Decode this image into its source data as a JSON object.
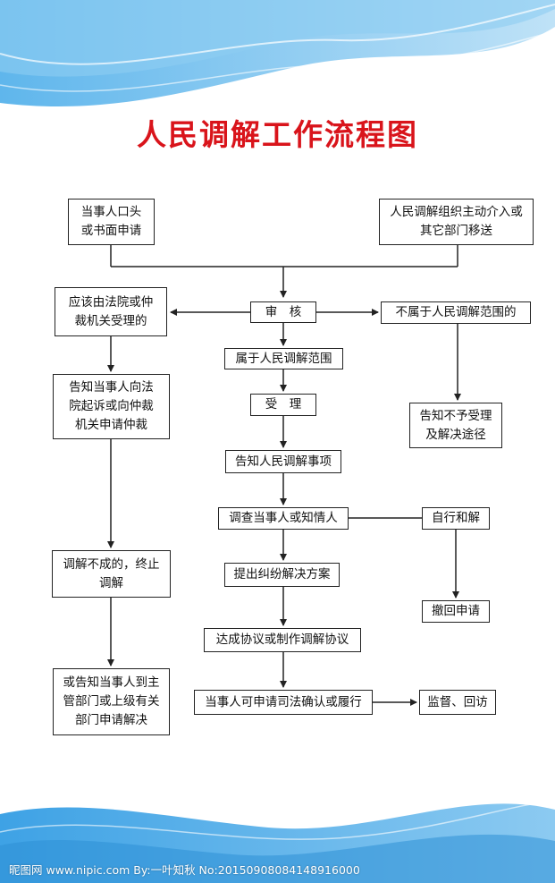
{
  "title": "人民调解工作流程图",
  "boxes": {
    "party_apply": [
      "当事人口头",
      "或书面申请"
    ],
    "org_intervene": [
      "人民调解组织主动介入或",
      "其它部门移送"
    ],
    "court_arbitration": [
      "应该由法院或仲",
      "裁机关受理的"
    ],
    "review": "审　核",
    "not_in_scope": "不属于人民调解范围的",
    "in_scope": "属于人民调解范围",
    "inform_court": [
      "告知当事人向法",
      "院起诉或向仲裁",
      "机关申请仲裁"
    ],
    "accept": "受　理",
    "inform_no_accept": [
      "告知不予受理",
      "及解决途径"
    ],
    "inform_matters": "告知人民调解事项",
    "investigate": "调查当事人或知情人",
    "self_settle": "自行和解",
    "propose_plan": "提出纠纷解决方案",
    "mediation_failed": [
      "调解不成的，终止",
      "调解"
    ],
    "withdraw": "撤回申请",
    "agreement": "达成协议或制作调解协议",
    "inform_authority": [
      "或告知当事人到主",
      "管部门或上级有关",
      "部门申请解决"
    ],
    "judicial_confirm": "当事人可申请司法确认或履行",
    "supervise": "监督、回访"
  },
  "watermark": "昵图网 www.nipic.com  By:一叶知秋  No:20150908084148916000",
  "colors": {
    "title": "#d9141b",
    "border": "#222222",
    "arrow": "#222222",
    "wave": "#4fb0e8"
  }
}
